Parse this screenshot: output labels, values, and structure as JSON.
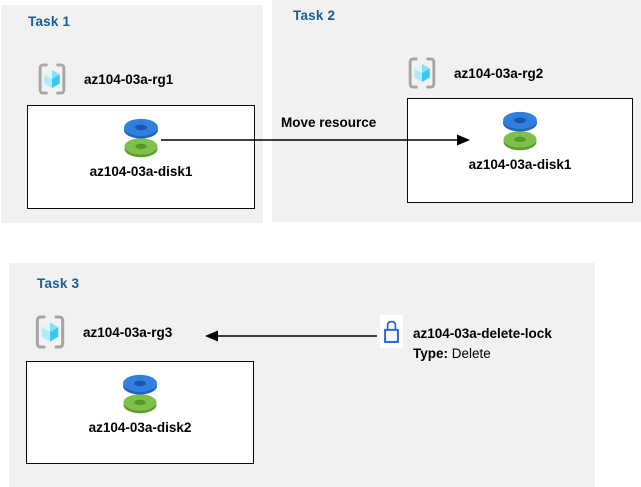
{
  "panels": [
    {
      "title": "Task 1",
      "resource_group": "az104-03a-rg1",
      "resource": "az104-03a-disk1"
    },
    {
      "title": "Task 2",
      "resource_group": "az104-03a-rg2",
      "resource": "az104-03a-disk1"
    },
    {
      "title": "Task 3",
      "resource_group": "az104-03a-rg3",
      "resource": "az104-03a-disk2"
    }
  ],
  "move_arrow": {
    "label": "Move resource",
    "direction": "right",
    "from": "az104-03a-disk1 in az104-03a-rg1",
    "to": "az104-03a-rg2 box"
  },
  "lock_arrow": {
    "direction": "left",
    "from": "az104-03a-delete-lock",
    "to": "az104-03a-rg3"
  },
  "delete_lock": {
    "name": "az104-03a-delete-lock",
    "type_label": "Type:",
    "type_value": "Delete"
  },
  "icons": {
    "resource_group": "resource-group-icon",
    "disk": "disk-icon",
    "lock": "lock-icon"
  },
  "colors": {
    "panel_background": "#f1f1f1",
    "task_heading": "#1b5c94",
    "label_text": "#000000",
    "box_border": "#0a0a0a",
    "arrow": "#000000",
    "lock_blue": "#2a63da",
    "bracket_gray": "#a5a5a5",
    "cube_top_left": "#daf6fc",
    "cube_top_right": "#86e0f4",
    "cube_left": "#b2ecf9",
    "cube_right": "#3cc8ee",
    "disk_blue": "#3180dd",
    "disk_blue_dark": "#1c55ae",
    "disk_green": "#7fc04a",
    "disk_green_dark": "#58962a"
  }
}
